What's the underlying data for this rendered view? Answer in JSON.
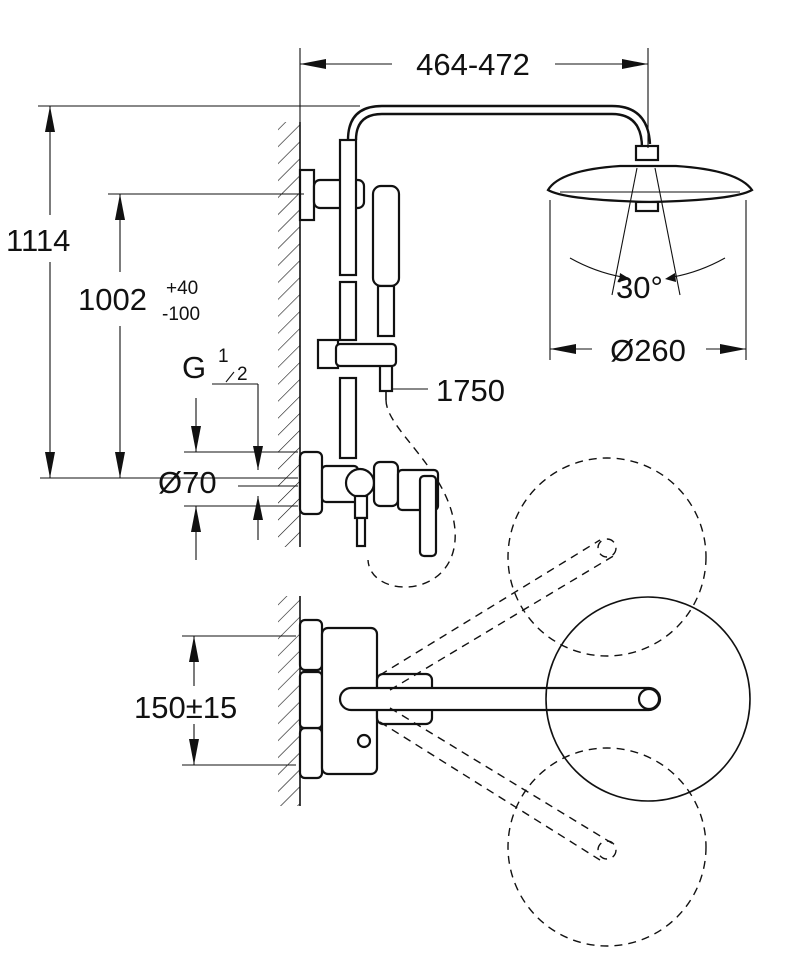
{
  "dimensions": {
    "arm_reach": "464-472",
    "total_height": "1114",
    "outlet_height": "1002",
    "outlet_tolerance_plus": "+40",
    "outlet_tolerance_minus": "-100",
    "thread_prefix": "G",
    "thread_num": "1",
    "thread_den": "2",
    "escutcheon_diameter": "Ø70",
    "hose_length": "1750",
    "spray_angle": "30°",
    "head_diameter": "Ø260",
    "connection_spacing": "150±15"
  },
  "colors": {
    "line": "#111111",
    "background": "#ffffff"
  }
}
